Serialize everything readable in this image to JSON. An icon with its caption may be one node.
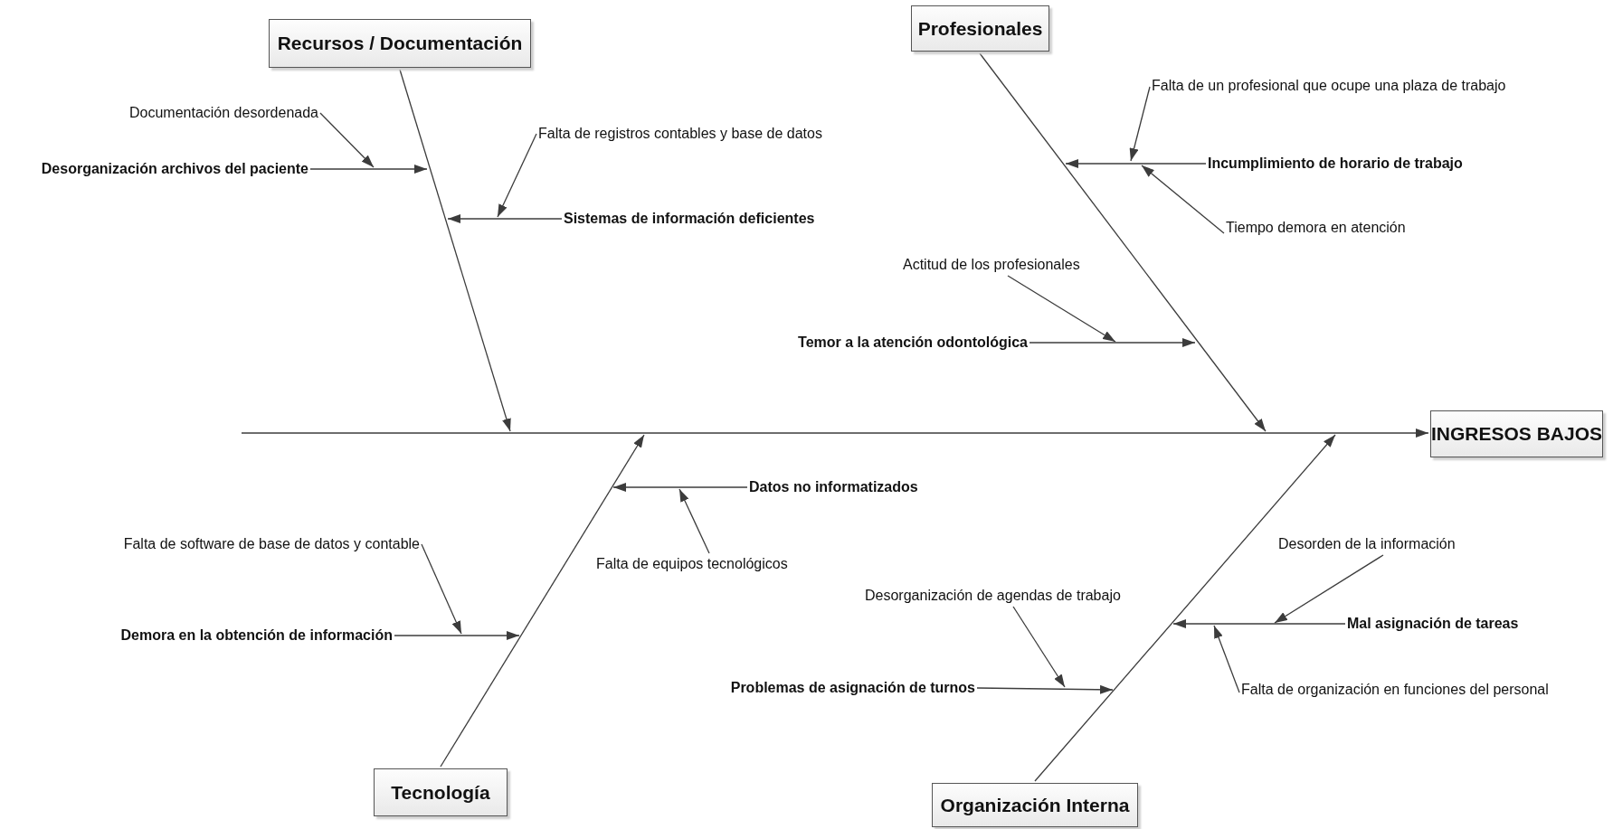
{
  "diagram": {
    "nodes": [
      {
        "text": [
          "Recursos / Documentación"
        ]
      },
      {
        "text": [
          "Documentación desordenada"
        ]
      },
      {
        "text": [
          "Desorganización archivos del paciente"
        ]
      },
      {
        "text": [
          "Falta de registros contables y base de datos"
        ]
      },
      {
        "text": [
          "Sistemas de información deficientes"
        ]
      },
      {
        "text": [
          "Profesionales"
        ]
      },
      {
        "text": [
          "Falta de un profesional que ocupe una plaza de trabajo"
        ]
      },
      {
        "text": [
          "Incumplimiento de horario de trabajo"
        ]
      },
      {
        "text": [
          "Tiempo demora en atención"
        ]
      },
      {
        "text": [
          "Actitud de los profesionales"
        ]
      },
      {
        "text": [
          "Temor a la atención odontológica"
        ]
      },
      {
        "text": [
          "INGRESOS BAJOS"
        ]
      },
      {
        "text": [
          "Datos no informatizados"
        ]
      },
      {
        "text": [
          "Falta de software de base de datos y contable"
        ]
      },
      {
        "text": [
          "Falta de equipos tecnológicos"
        ]
      },
      {
        "text": [
          "Demora en la obtención de información"
        ]
      },
      {
        "text": [
          "Desorden de la información"
        ]
      },
      {
        "text": [
          "Desorganización de agendas de trabajo"
        ]
      },
      {
        "text": [
          "Mal asignación de tareas"
        ]
      },
      {
        "text": [
          "Problemas de asignación de turnos"
        ]
      },
      {
        "text": [
          "Falta de organización en funciones del personal"
        ]
      },
      {
        "text": [
          "Tecnología"
        ]
      },
      {
        "text": [
          "Organización Interna"
        ]
      }
    ],
    "edges": [
      {
        "from": null,
        "to": 11,
        "arrow": "to"
      },
      {
        "from": 0,
        "to": null,
        "arrow": "to"
      },
      {
        "from": 5,
        "to": null,
        "arrow": "to"
      },
      {
        "from": 21,
        "to": null,
        "arrow": "to"
      },
      {
        "from": 22,
        "to": null,
        "arrow": "to"
      },
      {
        "from": 2,
        "to": null,
        "arrow": "to"
      },
      {
        "from": 1,
        "to": null,
        "arrow": "to"
      },
      {
        "from": 4,
        "to": null,
        "arrow": "to"
      },
      {
        "from": 3,
        "to": null,
        "arrow": "to"
      },
      {
        "from": 7,
        "to": null,
        "arrow": "to"
      },
      {
        "from": 6,
        "to": null,
        "arrow": "to"
      },
      {
        "from": 8,
        "to": null,
        "arrow": "to"
      },
      {
        "from": 10,
        "to": null,
        "arrow": "to"
      },
      {
        "from": 9,
        "to": null,
        "arrow": "to"
      },
      {
        "from": 12,
        "to": null,
        "arrow": "to"
      },
      {
        "from": 14,
        "to": null,
        "arrow": "to"
      },
      {
        "from": 15,
        "to": null,
        "arrow": "to"
      },
      {
        "from": 13,
        "to": null,
        "arrow": "to"
      },
      {
        "from": 18,
        "to": null,
        "arrow": "to"
      },
      {
        "from": 16,
        "to": null,
        "arrow": "to"
      },
      {
        "from": 20,
        "to": null,
        "arrow": "to"
      },
      {
        "from": 19,
        "to": null,
        "arrow": "to"
      },
      {
        "from": 17,
        "to": null,
        "arrow": "to"
      }
    ]
  }
}
